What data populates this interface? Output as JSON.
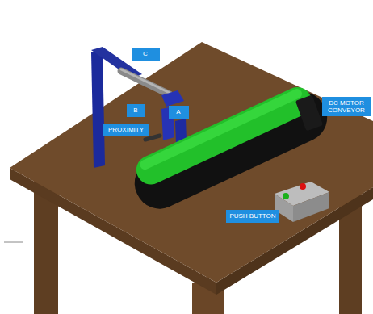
{
  "diagram": {
    "nodes": [
      {
        "text": [
          "C"
        ]
      },
      {
        "text": [
          "B"
        ]
      },
      {
        "text": [
          "A"
        ]
      },
      {
        "text": [
          "PROXIMITY"
        ]
      },
      {
        "text": [
          "DC MOTOR CONVEYOR"
        ]
      },
      {
        "text": [
          "PUSH BUTTON"
        ]
      }
    ]
  }
}
